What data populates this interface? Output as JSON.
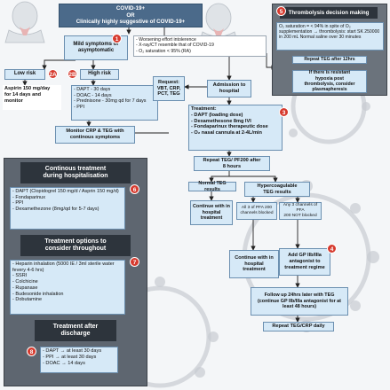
{
  "colors": {
    "accent": "#d63a2e",
    "box_fill": "#d6e9f7",
    "box_border": "#6b8fb0",
    "panel": "#5e6670",
    "header": "#2d343c",
    "title_box": "#4b6a8a",
    "virus": "#c8ccd2"
  },
  "top": {
    "line1": "COVID-19+",
    "line2": "OR",
    "line3": "Clinically highly suggestive of COVID-19+"
  },
  "mild": {
    "line1": "Mild symptoms or",
    "line2": "asymptomatic"
  },
  "low_risk": "Low risk",
  "high_risk": "High risk",
  "aspirin": {
    "line1": "Aspirin 150 mg/day",
    "line2": "for 14 days and monitor"
  },
  "high_list": [
    "- DAPT - 30 days",
    "- DOAC - 14 days",
    "- Prednisone - 30mg qd for 7 days",
    "- PPI"
  ],
  "monitor": {
    "line1": "Monitor CRP & TEG  with",
    "line2": "continous symptoms"
  },
  "worsening": [
    "- Worsening effort  intolerence",
    "- X-ray/CT resemble that of COVID-19",
    "- O₂ saturation < 95% (RA)"
  ],
  "request": {
    "line1": "Request:",
    "line2": "VBT, CRP,",
    "line3": "PCT, TEG"
  },
  "admission": {
    "line1": "Admission to",
    "line2": "hospital"
  },
  "treatment": [
    "Treatment:",
    "- DAPT (loading dose)",
    "- Dexamethesone 8mg IVI",
    "- Fondaparinux therapeutic dose",
    "- O₂ nasal cannula at 2-4L/min"
  ],
  "repeat_teg": {
    "line1": "Repeat TEG/ PF200 after",
    "line2": "8 hours"
  },
  "normal_teg": "Normal TEG results",
  "hyper_teg": {
    "line1": "Hypercoagulable",
    "line2": "TEG results"
  },
  "continue1": {
    "line1": "Continue with in",
    "line2": "hospital",
    "line3": "treatment"
  },
  "all3": {
    "line1": "All 3 of PFA 200",
    "line2": "channels blocked"
  },
  "any3": {
    "line1": "Any 3 channels of PFA",
    "line2": "200 NOT blocked"
  },
  "continue2": {
    "line1": "Continue with in",
    "line2": "hospital",
    "line3": "treatment"
  },
  "gp_add": {
    "line1": "Add GP IIb/IIIa",
    "line2": "antagonist to",
    "line3": "treatment regime"
  },
  "follow_up": {
    "line1": "Follow up 24hrs later with TEG",
    "line2": "(continue GP IIb/IIIa antagonist for at",
    "line3": "least 48 hours)"
  },
  "repeat_daily": "Repeat TEG/CRP daily",
  "thrombo": {
    "title": "Thrombolysis decision making",
    "text": "O₂ saturation = < 94% in spite of O₂ supplementation → thrombolysis: start SK 250000 in 200 mL Normal saline over 30 minutes",
    "repeat": "Repeat TEG after 12hrs",
    "resistant": {
      "line1": "If there is resistant",
      "line2": "hypoxia post",
      "line3": "thrombolysis, consider",
      "line4": "plasmapheresis"
    }
  },
  "continuous": {
    "title_line1": "Continous treatment",
    "title_line2": "during hospitalisation",
    "items": [
      "- DAPT (Clopidogrel 150 mg/d / Asprin 150 mg/d)",
      "- Fondaparinux",
      "- PPI",
      "- Dexamethezone (8mg/qd for 5-7 days)"
    ]
  },
  "options": {
    "title_line1": "Treatment options to",
    "title_line2": "consider throughout",
    "items": [
      "- Heparin inhalation (5000 IE / 3ml sterile water fevery 4-6 hrs)",
      "- SSRI",
      "- Colchicine",
      "- Rupanase",
      "- Budesonide inhalation",
      "- Dobutamine"
    ]
  },
  "after": {
    "title_line1": "Treatment after",
    "title_line2": "discharge",
    "items": [
      "- DAPT → at least 30 days",
      "- PPI → at least 30 days",
      "- DOAC → 14 days"
    ]
  },
  "badges": {
    "b1": "1",
    "b2a": "2A",
    "b2b": "2B",
    "b3": "3",
    "b4": "4",
    "b5": "5",
    "b6": "6",
    "b7": "7",
    "b8": "8"
  }
}
